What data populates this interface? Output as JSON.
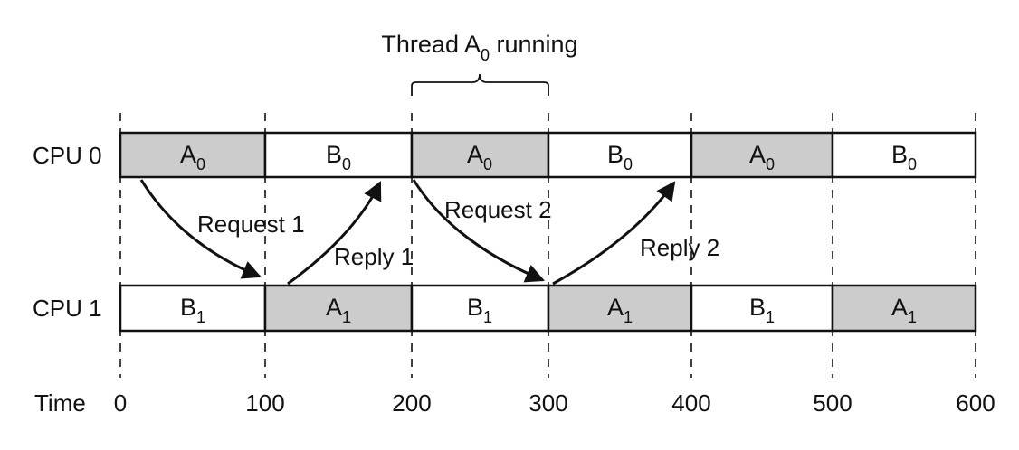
{
  "title": {
    "prefix": "Thread A",
    "sub": "0",
    "suffix": " running"
  },
  "rows": [
    {
      "label": "CPU 0",
      "cells": [
        {
          "name": "A",
          "sub": "0",
          "shaded": true
        },
        {
          "name": "B",
          "sub": "0",
          "shaded": false
        },
        {
          "name": "A",
          "sub": "0",
          "shaded": true
        },
        {
          "name": "B",
          "sub": "0",
          "shaded": false
        },
        {
          "name": "A",
          "sub": "0",
          "shaded": true
        },
        {
          "name": "B",
          "sub": "0",
          "shaded": false
        }
      ]
    },
    {
      "label": "CPU 1",
      "cells": [
        {
          "name": "B",
          "sub": "1",
          "shaded": false
        },
        {
          "name": "A",
          "sub": "1",
          "shaded": true
        },
        {
          "name": "B",
          "sub": "1",
          "shaded": false
        },
        {
          "name": "A",
          "sub": "1",
          "shaded": true
        },
        {
          "name": "B",
          "sub": "1",
          "shaded": false
        },
        {
          "name": "A",
          "sub": "1",
          "shaded": true
        }
      ]
    }
  ],
  "arrows": {
    "request1": "Request 1",
    "reply1": "Reply 1",
    "request2": "Request 2",
    "reply2": "Reply 2"
  },
  "time": {
    "label": "Time",
    "ticks": [
      "0",
      "100",
      "200",
      "300",
      "400",
      "500",
      "600"
    ]
  },
  "colors": {
    "shaded": "#cccccc",
    "plain": "#ffffff",
    "ink": "#111111"
  }
}
